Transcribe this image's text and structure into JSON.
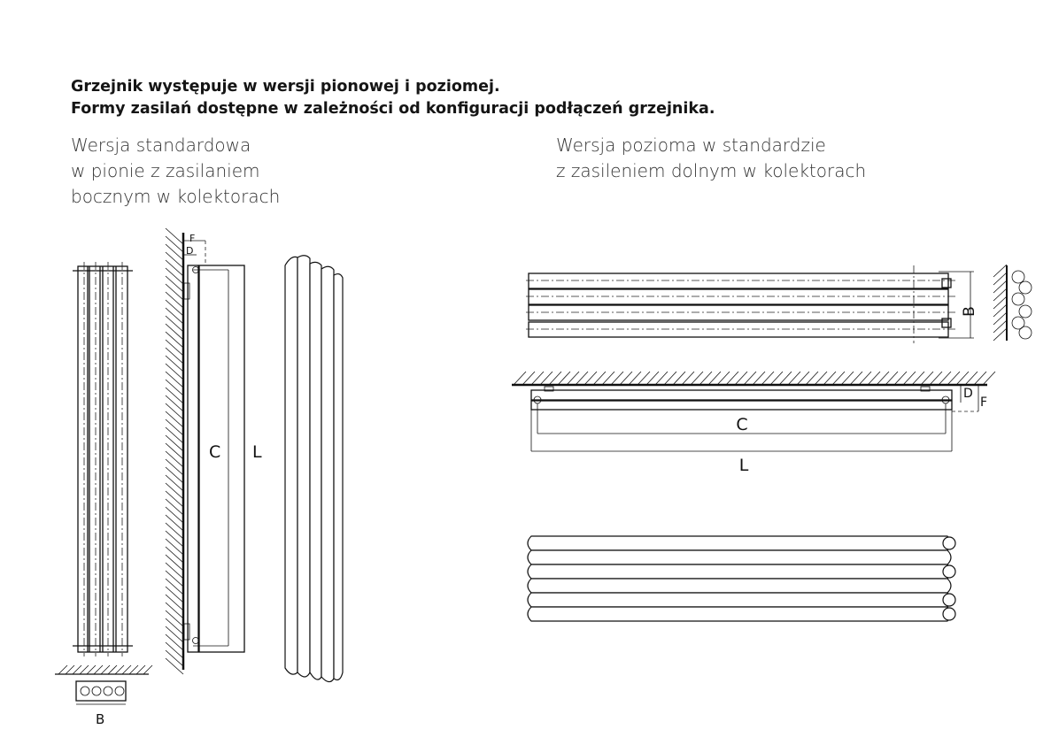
{
  "heading": {
    "line1": "Grzejnik występuje w wersji pionowej i poziomej.",
    "line2": "Formy zasilań dostępne w zależności od konfiguracji podłączeń grzejnika."
  },
  "vertical_caption": [
    "Wersja standardowa",
    "w pionie z zasilaniem",
    "bocznym w kolektorach"
  ],
  "horizontal_caption": [
    "Wersja pozioma w standardzie",
    "z zasileniem dolnym w kolektorach"
  ],
  "dimensions": {
    "B": "B",
    "C": "C",
    "L": "L",
    "D": "D",
    "F": "F"
  }
}
